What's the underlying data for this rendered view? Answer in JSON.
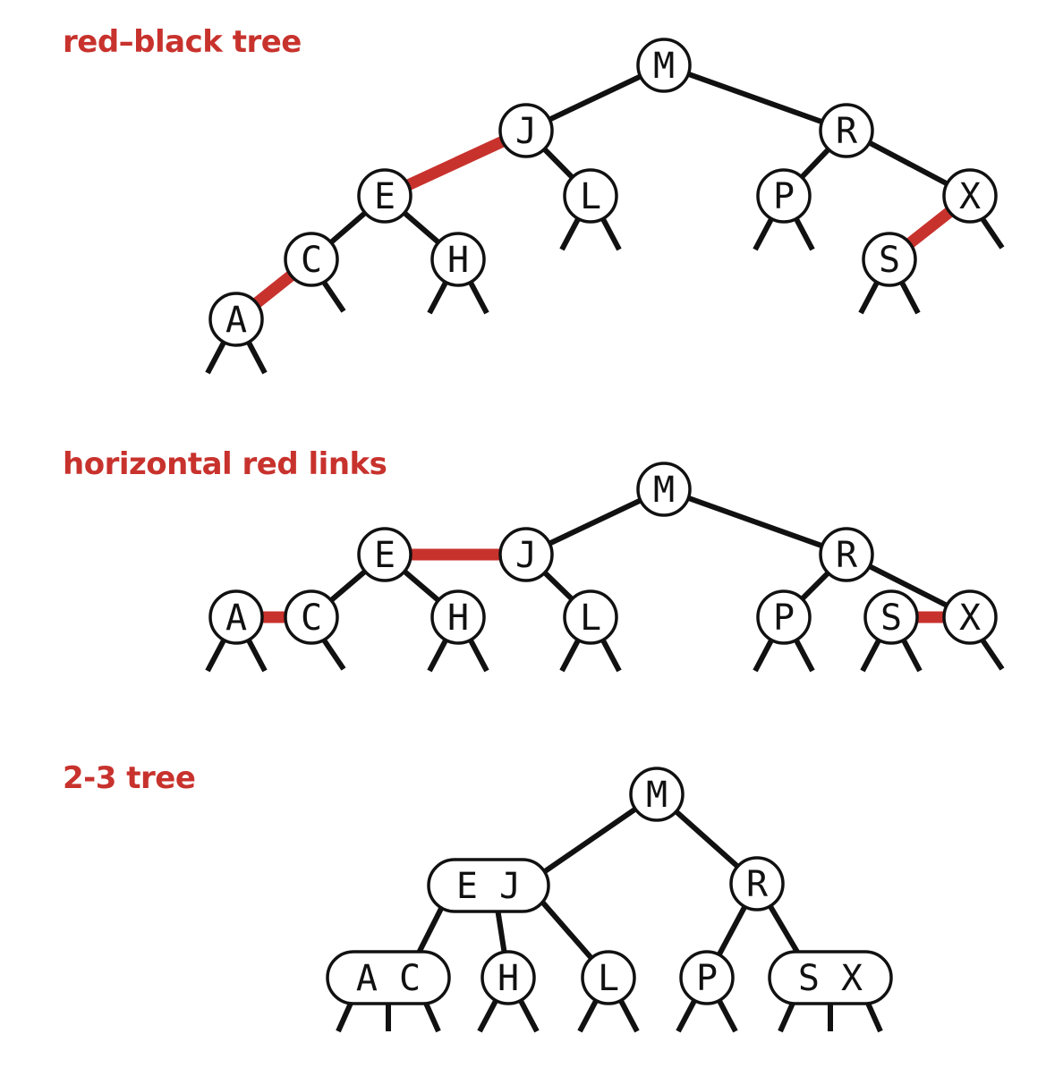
{
  "colors": {
    "red": "#c8322d",
    "black": "#111111",
    "node_fill": "#ffffff"
  },
  "titles": {
    "rb_tree": "red–black tree",
    "horizontal": "horizontal red links",
    "two_three": "2-3 tree"
  },
  "node_labels": {
    "rb": [
      "M",
      "J",
      "R",
      "E",
      "L",
      "P",
      "X",
      "C",
      "H",
      "S",
      "A"
    ],
    "hz": [
      "M",
      "E",
      "J",
      "R",
      "A",
      "C",
      "H",
      "L",
      "P",
      "S",
      "X"
    ],
    "tt": [
      "M",
      "E J",
      "R",
      "A C",
      "H",
      "L",
      "P",
      "S X"
    ]
  }
}
